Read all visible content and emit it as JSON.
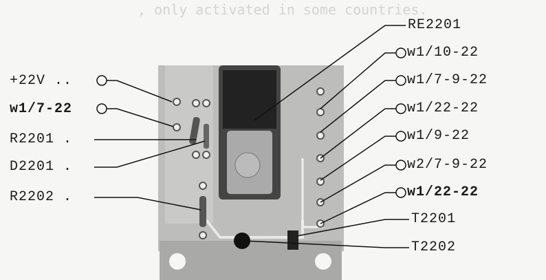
{
  "background_text": ", only activated in some countries.",
  "left_labels": [
    "+22V ..",
    "w1/7-22",
    "R2201 .",
    "D2201 .",
    "R2202 ."
  ],
  "right_labels": [
    "RE2201",
    "w1/10-22",
    "w1/7-9-22",
    "w1/22-22",
    "w1/9-22",
    "w2/7-9-22",
    "w1/22-22",
    "T2201",
    "T2202"
  ]
}
